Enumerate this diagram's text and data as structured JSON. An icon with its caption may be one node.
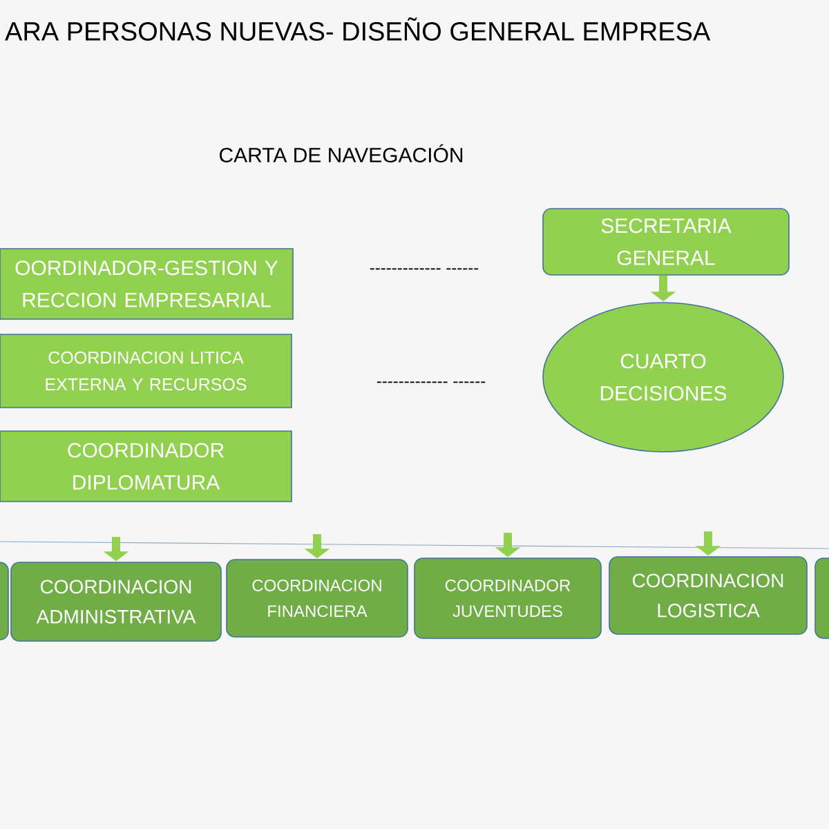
{
  "diagram": {
    "title": "ARA PERSONAS NUEVAS- DISEÑO GENERAL EMPRESA",
    "nodes": [
      {
        "text": [
          "OORDINADOR-GESTION Y RECCION EMPRESARIAL"
        ]
      },
      {
        "text": [
          "COORDINACION LITICA EXTERNA Y RECURSOS"
        ]
      },
      {
        "text": [
          "COORDINADOR DIPLOMATURA"
        ]
      },
      {
        "text": [
          "SECRETARIA GENERAL"
        ]
      },
      {
        "text": [
          "CUARTO DECISIONES"
        ]
      },
      {
        "text": [],
        "shape": "box"
      },
      {
        "text": [
          "COORDINACION ADMINISTRATIVA"
        ]
      },
      {
        "text": [
          "COORDINACION FINANCIERA"
        ]
      },
      {
        "text": [
          "COORDINADOR JUVENTUDES"
        ]
      },
      {
        "text": [
          "COORDINACION LOGISTICA"
        ]
      },
      {
        "text": [],
        "shape": "box"
      }
    ],
    "edges": [
      {
        "from": 3,
        "to": 4,
        "arrow": "to"
      },
      {
        "from": null,
        "to": 6,
        "arrow": "to"
      },
      {
        "from": null,
        "to": 7,
        "arrow": "to"
      },
      {
        "from": null,
        "to": 8,
        "arrow": "to"
      },
      {
        "from": null,
        "to": 9,
        "arrow": "to"
      }
    ],
    "labels": [
      "CARTA DE NAVEGACIÓN",
      "------------- ------",
      "------------- ------"
    ]
  }
}
